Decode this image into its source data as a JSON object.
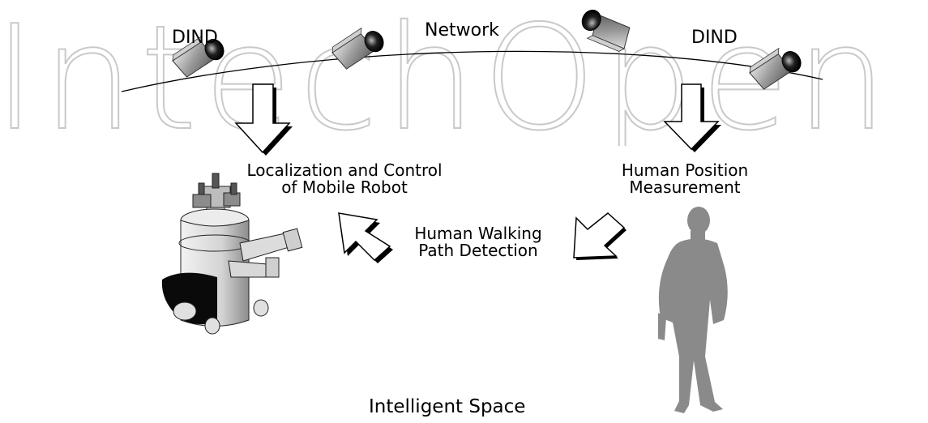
{
  "diagram": {
    "network_label": "Network",
    "dind_left_label": "DIND",
    "dind_right_label": "DIND",
    "robot_task_line1": "Localization and Control",
    "robot_task_line2": "of Mobile Robot",
    "human_task_line1": "Human Position",
    "human_task_line2": "Measurement",
    "path_line1": "Human Walking",
    "path_line2": "Path Detection",
    "space_label": "Intelligent Space"
  },
  "watermark": {
    "text": "IntechOpen",
    "color": "#c9c9c9"
  }
}
